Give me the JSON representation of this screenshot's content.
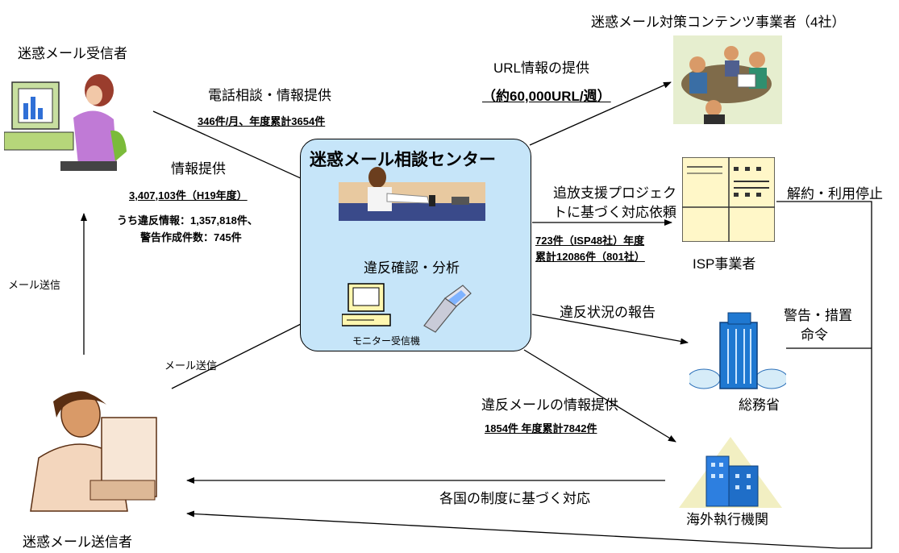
{
  "actors": {
    "recipient": "迷惑メール受信者",
    "sender": "迷惑メール送信者",
    "content_vendors": "迷惑メール対策コンテンツ事業者（4社）",
    "isp": "ISP事業者",
    "ministry": "総務省",
    "overseas": "海外執行機関"
  },
  "center": {
    "title": "迷惑メール相談センター",
    "analysis": "違反確認・分析",
    "monitor": "モニター受信機"
  },
  "flows": {
    "phone_consult": "電話相談・情報提供",
    "phone_stats": "346件/月、年度累計3654件",
    "info_provide": "情報提供",
    "info_stats": "3,407,103件（H19年度）",
    "violation_line1": "うち違反情報：1,357,818件、",
    "violation_line2": "警告作成件数：745件",
    "mail_send_left": "メール送信",
    "mail_send_mid": "メール送信",
    "url_info": "URL情報の提供",
    "url_stats": "（約60,000URL/週）",
    "expel_line1": "追放支援プロジェク",
    "expel_line2": "トに基づく対応依頼",
    "expel_stats1": "723件（ISP48社）年度",
    "expel_stats2": "累計12086件（801社）",
    "cancel": "解約・利用停止",
    "report": "違反状況の報告",
    "warning_line1": "警告・措置",
    "warning_line2": "命令",
    "overseas_info": "違反メールの情報提供",
    "overseas_stats": "1854件  年度累計7842件",
    "country_response": "各国の制度に基づく対応"
  }
}
